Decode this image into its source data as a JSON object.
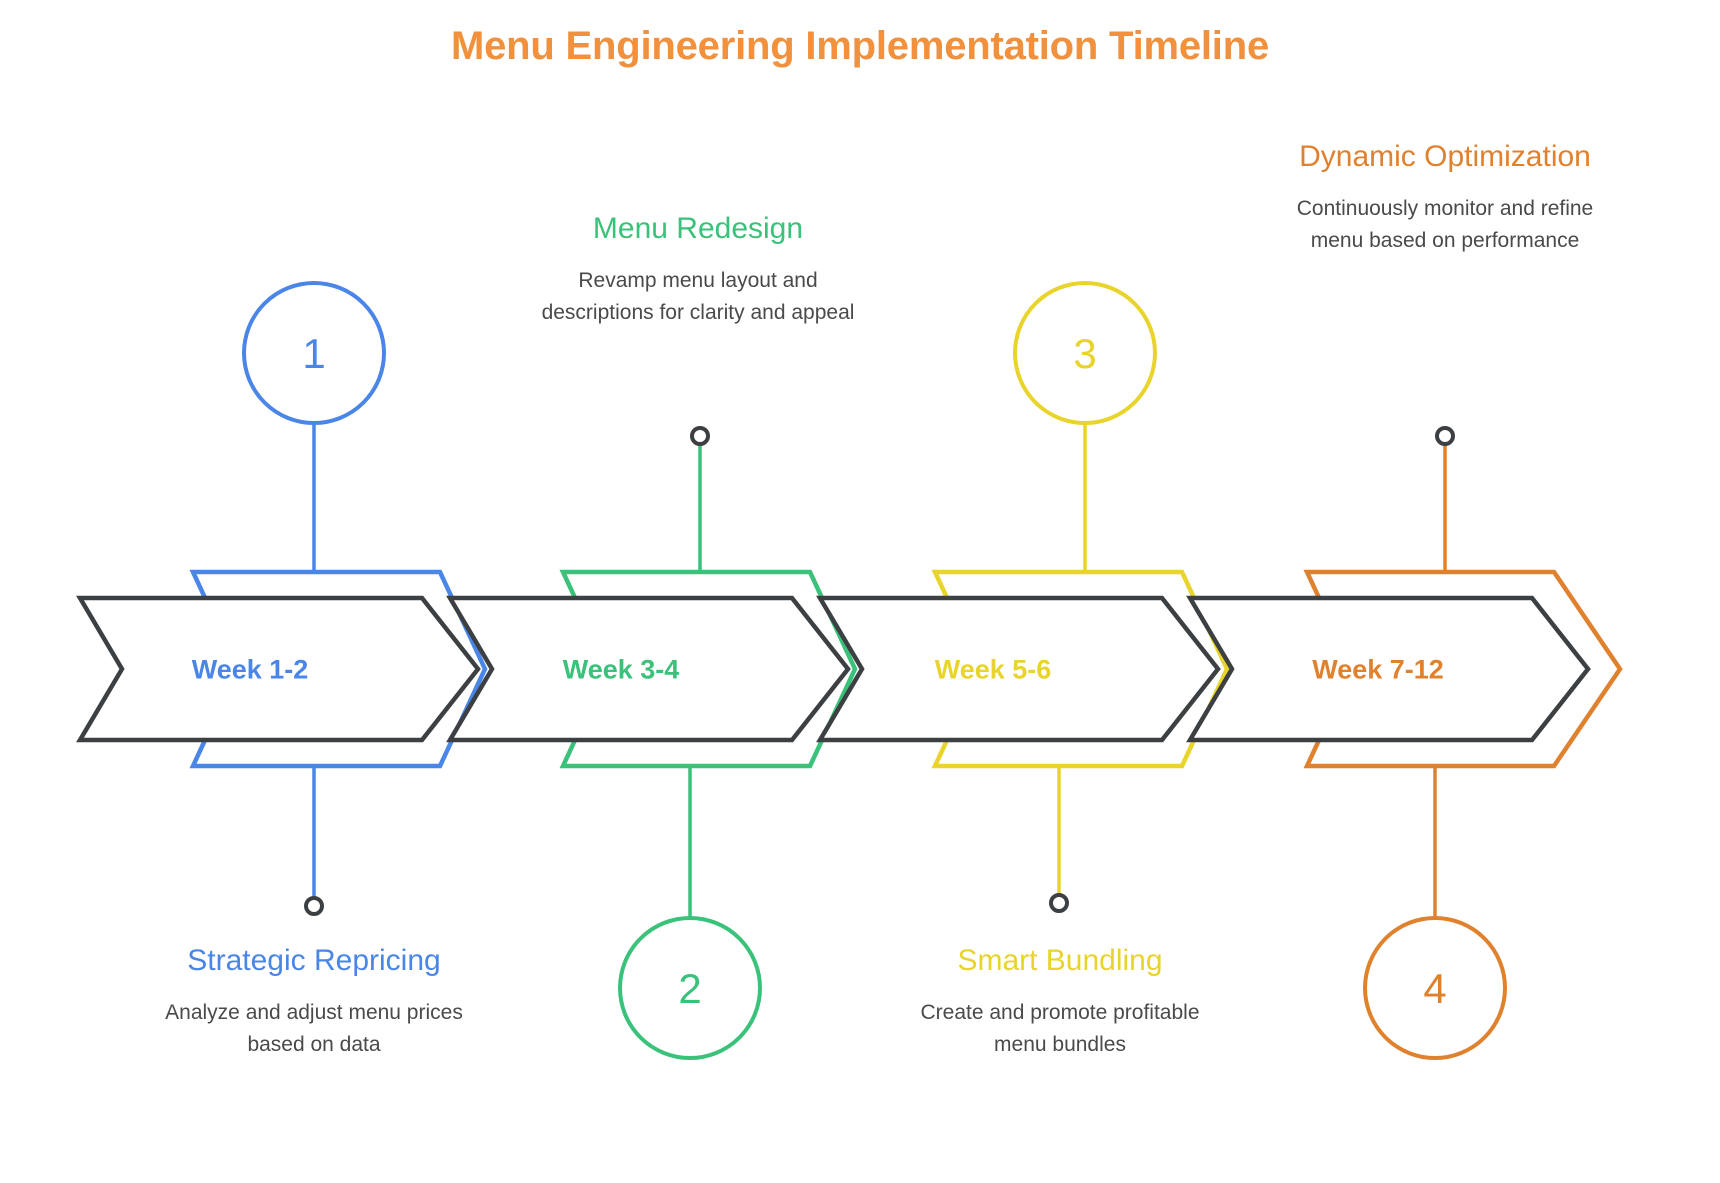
{
  "title": "Menu Engineering Implementation Timeline",
  "colors": {
    "title": "#f2913d",
    "blue": "#4a86e8",
    "green": "#3ac17a",
    "yellow": "#e8d42a",
    "orange": "#e0812e",
    "dark": "#3c4043",
    "body_text": "#4a4a4a",
    "background": "#ffffff"
  },
  "steps": [
    {
      "number": "1",
      "week_label": "Week 1-2",
      "heading": "Strategic Repricing",
      "description": "Analyze and adjust menu prices based on data",
      "color": "#4a86e8",
      "position": "below",
      "marker": "numbered-circle",
      "marker_side": "above"
    },
    {
      "number": "2",
      "week_label": "Week 3-4",
      "heading": "Menu Redesign",
      "description": "Revamp menu layout and descriptions for clarity and appeal",
      "color": "#3ac17a",
      "position": "above",
      "marker": "numbered-circle",
      "marker_side": "below"
    },
    {
      "number": "3",
      "week_label": "Week 5-6",
      "heading": "Smart Bundling",
      "description": "Create and promote profitable menu bundles",
      "color": "#e8d42a",
      "position": "below",
      "marker": "numbered-circle",
      "marker_side": "above"
    },
    {
      "number": "4",
      "week_label": "Week 7-12",
      "heading": "Dynamic Optimization",
      "description": "Continuously monitor and refine menu based on performance",
      "color": "#e0812e",
      "position": "above",
      "marker": "numbered-circle",
      "marker_side": "below"
    }
  ]
}
